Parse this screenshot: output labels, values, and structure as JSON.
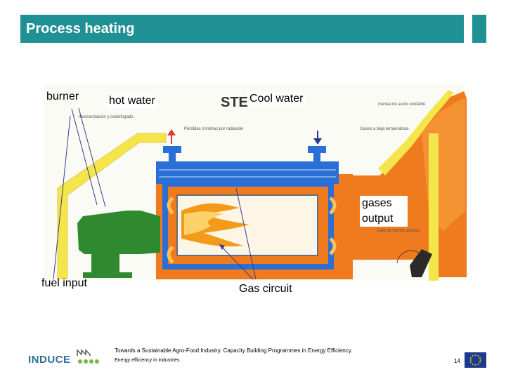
{
  "slide": {
    "title": "Process heating",
    "page_number": "14"
  },
  "labels": {
    "burner": "burner",
    "hot_water": "hot water",
    "cool_water": "Cool water",
    "gases_output": "gases output",
    "fuel_input": "fuel input",
    "gas_circuit": "Gas circuit"
  },
  "image_text": {
    "insonorizacion": "Insonorización y calorifugado",
    "perdidas": "Pérdidas mínimas por radiación",
    "chimenea": "menea de acero oxidable",
    "gases_baja": "Gases a baja temperatura",
    "caja_humos": "Caja de humos aislada",
    "ste": "STE"
  },
  "footer": {
    "line1": "Towards a Sustainable Agro-Food Industry. Capacity Building Programmes in Energy Efficiency.",
    "line2": "Energy efficiency in industries",
    "logo": "INDUCE"
  },
  "colors": {
    "title_bar": "#1f9093",
    "jacket_blue": "#2a6fd6",
    "burner_green": "#2f8a2f",
    "flue_orange": "#f07a1e",
    "insulation_yellow": "#f4e64a"
  }
}
